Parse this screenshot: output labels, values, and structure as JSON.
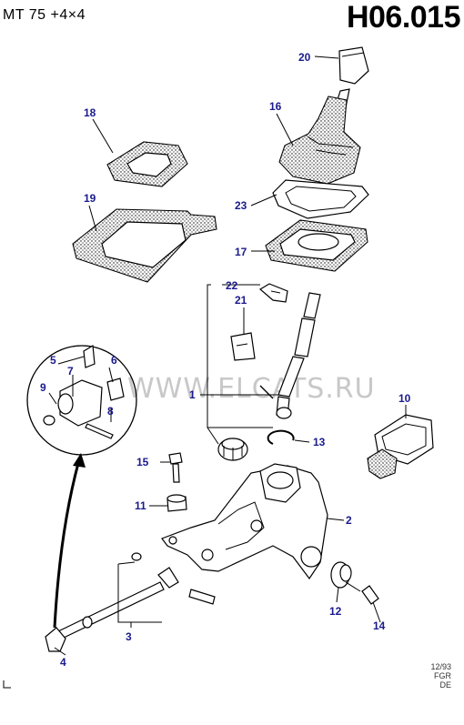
{
  "header": {
    "model": "MT 75  +4×4",
    "code": "H06.015"
  },
  "watermark": "WWW.ELCATS.RU",
  "footer": {
    "date": "12/93",
    "line2": "FGR",
    "line3": "DE"
  },
  "callouts": [
    "1",
    "2",
    "3",
    "4",
    "5",
    "6",
    "7",
    "8",
    "9",
    "10",
    "11",
    "12",
    "13",
    "14",
    "15",
    "16",
    "17",
    "18",
    "19",
    "20",
    "21",
    "22",
    "23"
  ],
  "colors": {
    "callout": "#1a1a8c",
    "line": "#000000"
  }
}
